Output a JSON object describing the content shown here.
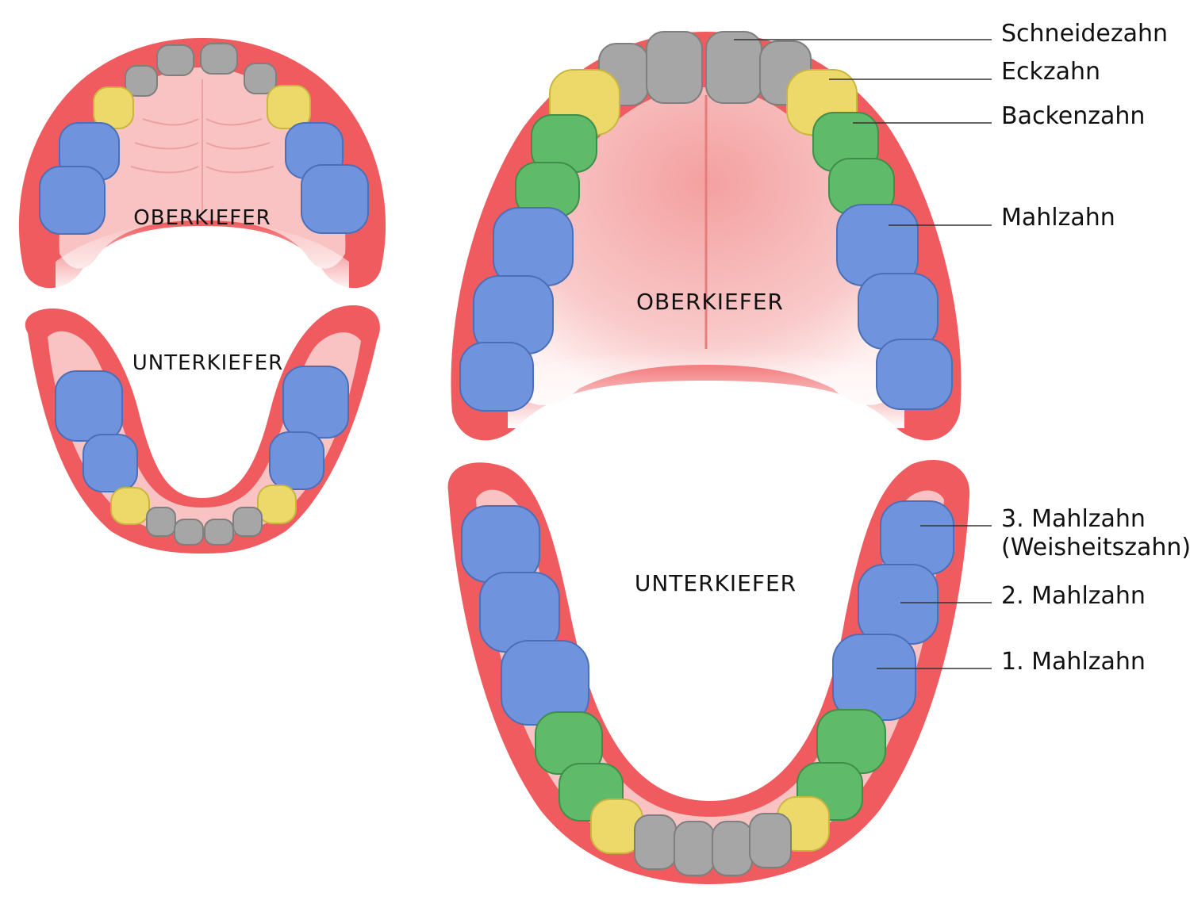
{
  "colors": {
    "incisor": "#a6a6a6",
    "canine": "#ecd96a",
    "premolar": "#5fba6a",
    "molar": "#6f93dc",
    "gum": "#ef5b5e",
    "palate": "#f8b3b3"
  },
  "child": {
    "upper_label": "OBERKIEFER",
    "lower_label": "UNTERKIEFER"
  },
  "adult": {
    "upper_label": "OBERKIEFER",
    "lower_label": "UNTERKIEFER"
  },
  "labels": {
    "incisor": "Schneidezahn",
    "canine": "Eckzahn",
    "premolar": "Backenzahn",
    "molar": "Mahlzahn",
    "third_molar_line1": "3. Mahlzahn",
    "third_molar_line2": "(Weisheitszahn)",
    "second_molar": "2. Mahlzahn",
    "first_molar": "1. Mahlzahn"
  }
}
